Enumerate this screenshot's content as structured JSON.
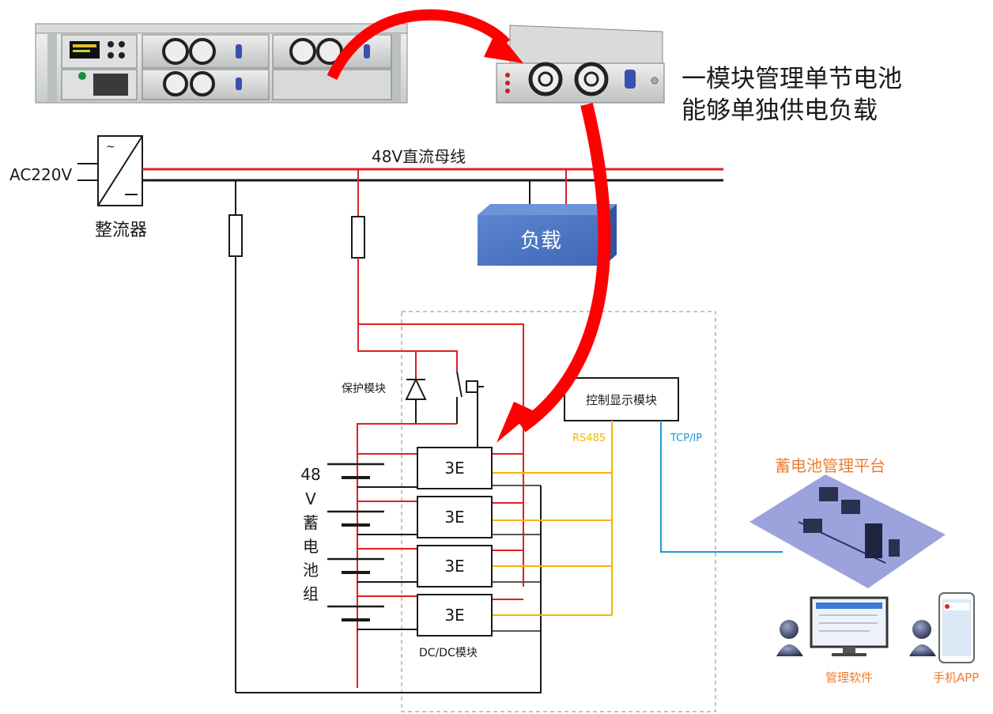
{
  "headline": {
    "line1": "一模块管理单节电池",
    "line2": "能够单独供电负载"
  },
  "power": {
    "ac_input": "AC220V",
    "rectifier": "整流器",
    "dc_bus": "48V直流母线",
    "load": "负载"
  },
  "modules": {
    "protection": "保护模块",
    "control_display": "控制显示模块",
    "dcdc": "DC/DC模块"
  },
  "battery_group_chars": [
    "48",
    "V",
    "蓄",
    "电",
    "池",
    "组"
  ],
  "comms": {
    "rs485": "RS485",
    "tcpip": "TCP/IP"
  },
  "platform": {
    "title": "蓄电池管理平台",
    "software": "管理软件",
    "app": "手机APP"
  },
  "colors": {
    "positive_wire": "#e02020",
    "negative_wire": "#1a1a1a",
    "rs485_wire": "#f5b400",
    "tcpip_wire": "#1a9ad6",
    "arrow": "#ff0000",
    "load_box": "#4472c4",
    "platform_title": "#ed7d31",
    "platform_base": "#8b93d6"
  }
}
